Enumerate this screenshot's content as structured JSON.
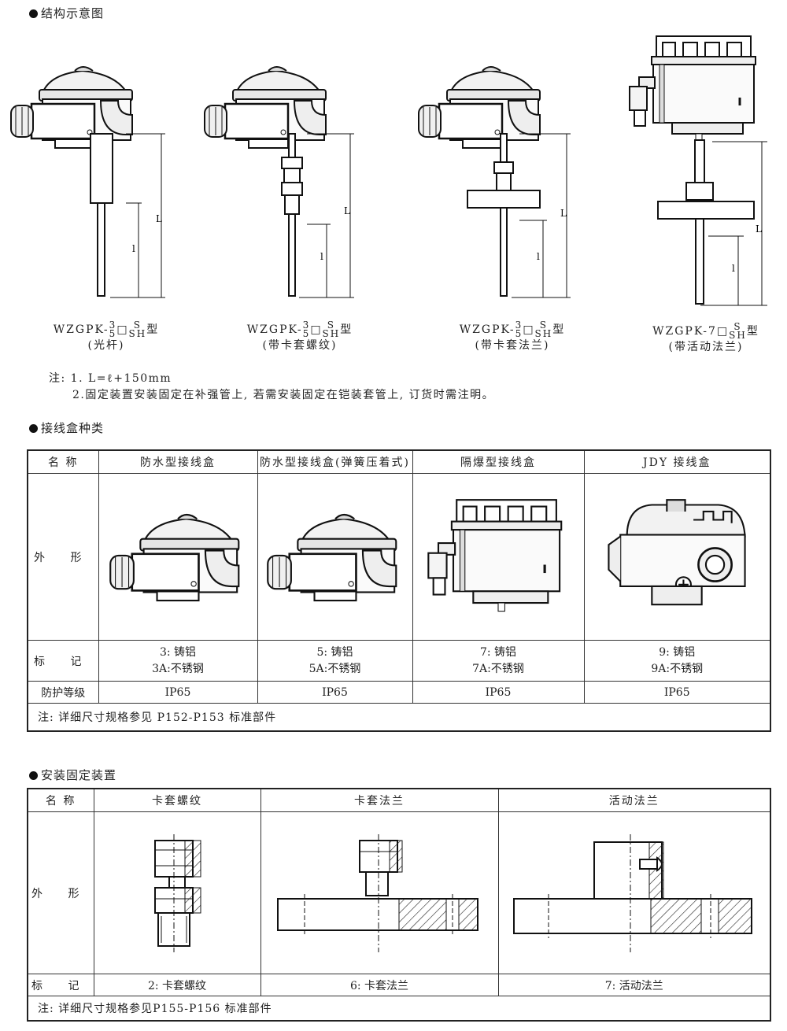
{
  "sections": {
    "structure_title": "结构示意图",
    "junction_title": "接线盒种类",
    "mounting_title": "安装固定装置"
  },
  "models": [
    {
      "prefix": "WZGPK-",
      "top_digit": "3",
      "bottom_digit": "5",
      "box": "□",
      "top_suffix": "S",
      "bottom_suffix": "SH",
      "type": "型",
      "desc": "(光杆)"
    },
    {
      "prefix": "WZGPK-",
      "top_digit": "3",
      "bottom_digit": "5",
      "box": "□",
      "top_suffix": "S",
      "bottom_suffix": "SH",
      "type": "型",
      "desc": "(带卡套螺纹)"
    },
    {
      "prefix": "WZGPK-",
      "top_digit": "3",
      "bottom_digit": "5",
      "box": "□",
      "top_suffix": "S",
      "bottom_suffix": "SH",
      "type": "型",
      "desc": "(带卡套法兰)"
    },
    {
      "prefix": "WZGPK-7",
      "top_digit": "",
      "bottom_digit": "",
      "box": "□",
      "top_suffix": "S",
      "bottom_suffix": "SH",
      "type": "型",
      "desc": "(带活动法兰)"
    }
  ],
  "drawing_labels": {
    "L": "L",
    "l": "l"
  },
  "notes": {
    "line1": "注: 1. L=ℓ+150mm",
    "line2": "2.固定装置安装固定在补强管上, 若需安装固定在铠装套管上, 订货时需注明。"
  },
  "junction_table": {
    "header_label": "名 称",
    "columns": [
      "防水型接线盒",
      "防水型接线盒(弹簧压着式)",
      "隔爆型接线盒",
      "JDY 接线盒"
    ],
    "shape_label": "外 形",
    "mark_label": "标 记",
    "marks": [
      {
        "line1": "3: 铸铝",
        "line2": "3A:不锈钢"
      },
      {
        "line1": "5: 铸铝",
        "line2": "5A:不锈钢"
      },
      {
        "line1": "7: 铸铝",
        "line2": "7A:不锈钢"
      },
      {
        "line1": "9: 铸铝",
        "line2": "9A:不锈钢"
      }
    ],
    "protection_label": "防护等级",
    "protection": [
      "IP65",
      "IP65",
      "IP65",
      "IP65"
    ],
    "note": "注: 详细尺寸规格参见 P152-P153  标准部件"
  },
  "mounting_table": {
    "header_label": "名 称",
    "columns": [
      "卡套螺纹",
      "卡套法兰",
      "活动法兰"
    ],
    "shape_label": "外 形",
    "mark_label": "标 记",
    "marks": [
      "2: 卡套螺纹",
      "6: 卡套法兰",
      "7: 活动法兰"
    ],
    "note": "注: 详细尺寸规格参见P155-P156  标准部件"
  }
}
